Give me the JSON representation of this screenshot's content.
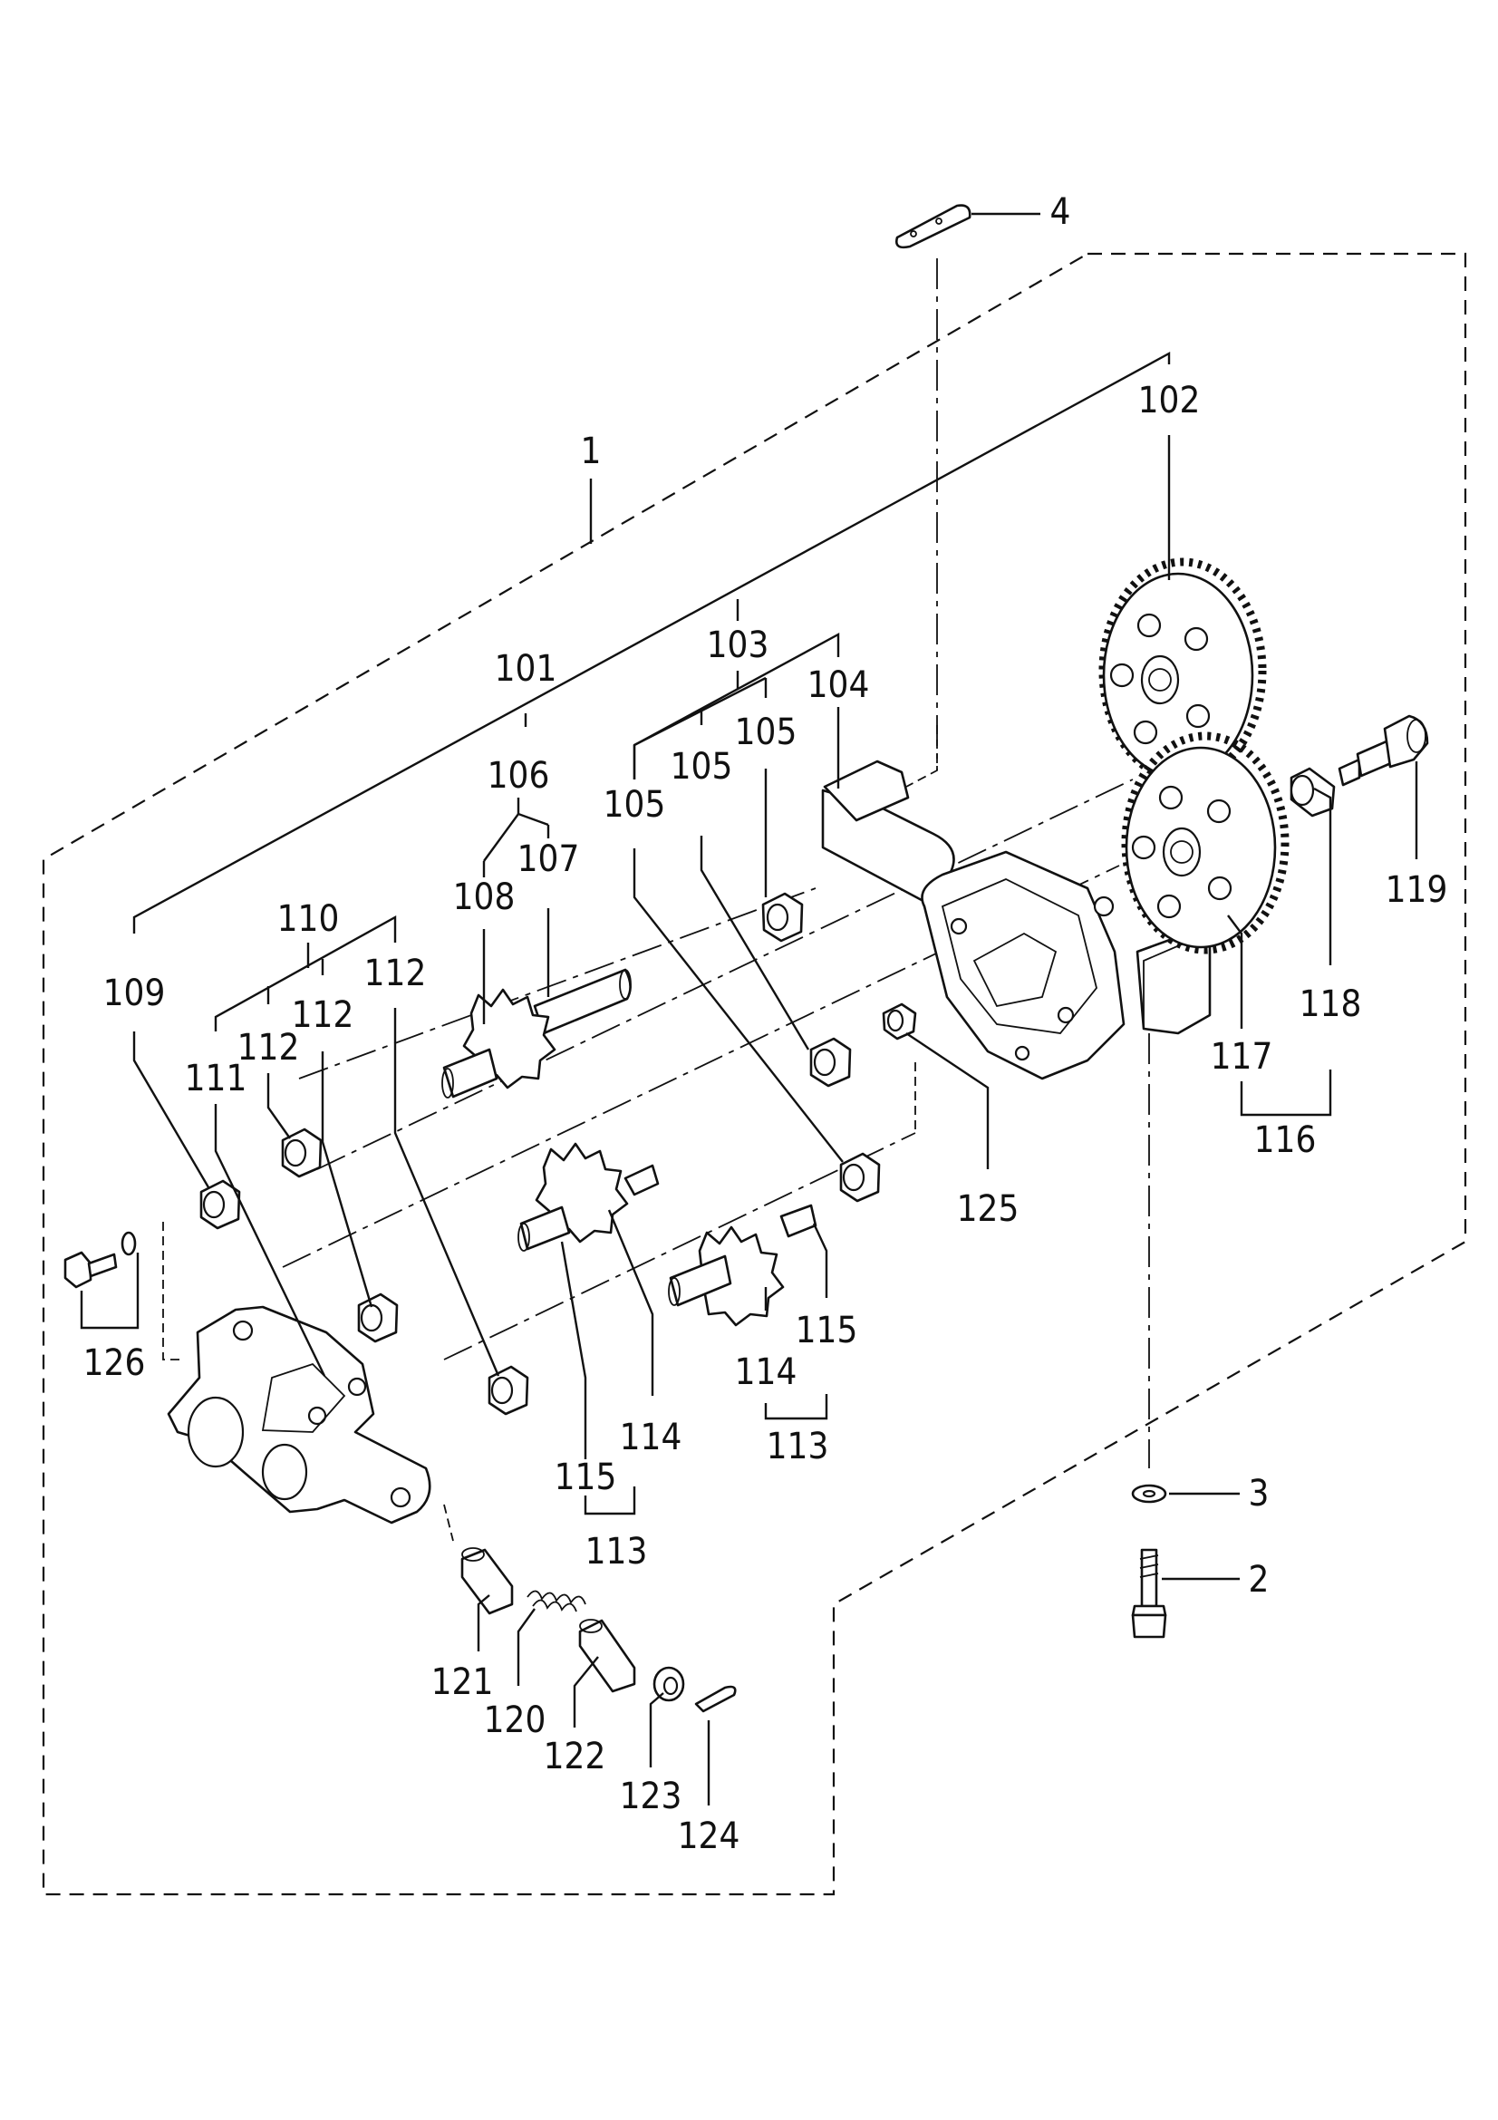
{
  "callouts": {
    "c1": "1",
    "c2": "2",
    "c3": "3",
    "c4": "4",
    "c101": "101",
    "c102": "102",
    "c103": "103",
    "c104": "104",
    "c105a": "105",
    "c105b": "105",
    "c105c": "105",
    "c106": "106",
    "c107": "107",
    "c108": "108",
    "c109": "109",
    "c110": "110",
    "c111": "111",
    "c112a": "112",
    "c112b": "112",
    "c112c": "112",
    "c113a": "113",
    "c113b": "113",
    "c114a": "114",
    "c114b": "114",
    "c115a": "115",
    "c115b": "115",
    "c116": "116",
    "c117": "117",
    "c118": "118",
    "c119": "119",
    "c120": "120",
    "c121": "121",
    "c122": "122",
    "c123": "123",
    "c124": "124",
    "c125": "125",
    "c126": "126"
  }
}
